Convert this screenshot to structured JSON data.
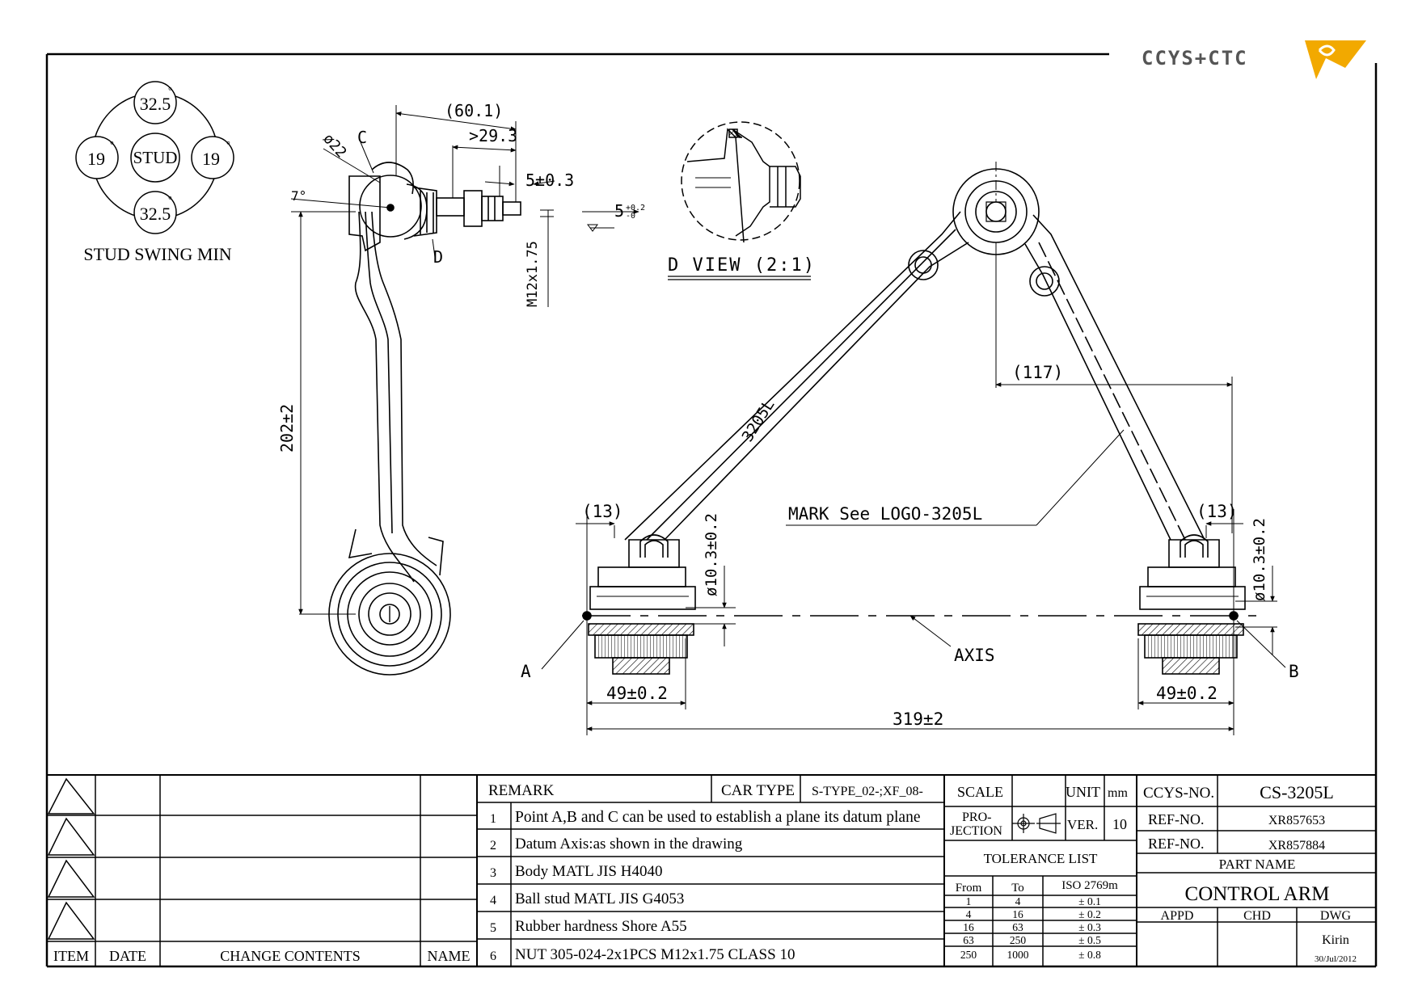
{
  "logo": {
    "text": "CCYS+CTC",
    "accent_color": "#f2a900"
  },
  "stud_swing": {
    "title": "STUD SWING MIN",
    "center": "STUD",
    "top": "32.5",
    "bottom": "32.5",
    "left": "19",
    "right": "19",
    "degree_mark": "°"
  },
  "side_view": {
    "label_c": "C",
    "label_d": "D",
    "dim_diameter": "ø22",
    "dim_overall": "(60.1)",
    "dim_thread_len": ">29.3",
    "dim_5_03": "5±0.3",
    "dim_5_small": "5",
    "dim_5_tol_plus": "+0.2",
    "dim_5_tol_minus": "-0",
    "dim_angle": "7°",
    "dim_thread": "M12x1.75",
    "dim_height": "202±2"
  },
  "detail_view": {
    "caption": "D VIEW (2:1)"
  },
  "plan_view": {
    "part_mark": "3205L",
    "dim_117": "(117)",
    "dim_13_left": "(13)",
    "dim_13_right": "(13)",
    "dim_dia_left": "ø10.3±0.2",
    "dim_dia_right": "ø10.3±0.2",
    "mark_note": "MARK See LOGO-3205L",
    "axis_label": "AXIS",
    "point_a": "A",
    "point_b": "B",
    "dim_49_left": "49±0.2",
    "dim_49_right": "49±0.2",
    "dim_319": "319±2"
  },
  "revision_table": {
    "headers": {
      "item": "ITEM",
      "date": "DATE",
      "change": "CHANGE CONTENTS",
      "name": "NAME"
    }
  },
  "remarks": {
    "title": "REMARK",
    "car_type_label": "CAR TYPE",
    "car_type_value": "S-TYPE_02-;XF_08-",
    "items": [
      {
        "no": "1",
        "text": "Point A,B and C can be used to establish a plane its datum plane"
      },
      {
        "no": "2",
        "text": "Datum Axis:as shown in the drawing"
      },
      {
        "no": "3",
        "text": "Body MATL JIS H4040"
      },
      {
        "no": "4",
        "text": "Ball stud MATL JIS G4053"
      },
      {
        "no": "5",
        "text": "Rubber hardness Shore A55"
      },
      {
        "no": "6",
        "text": "NUT 305-024-2x1PCS M12x1.75 CLASS 10"
      }
    ]
  },
  "scale_block": {
    "scale_label": "SCALE",
    "unit_label": "UNIT",
    "unit_value": "mm",
    "projection_label_1": "PRO-",
    "projection_label_2": "JECTION",
    "ver_label": "VER.",
    "ver_value": "10"
  },
  "tolerance": {
    "title": "TOLERANCE LIST",
    "headers": [
      "From",
      "To",
      "ISO 2769m"
    ],
    "rows": [
      [
        "1",
        "4",
        "± 0.1"
      ],
      [
        "4",
        "16",
        "± 0.2"
      ],
      [
        "16",
        "63",
        "± 0.3"
      ],
      [
        "63",
        "250",
        "± 0.5"
      ],
      [
        "250",
        "1000",
        "± 0.8"
      ]
    ]
  },
  "title_block": {
    "ccys_label": "CCYS-NO.",
    "ccys_value": "CS-3205L",
    "ref1_label": "REF-NO.",
    "ref1_value": "XR857653",
    "ref2_label": "REF-NO.",
    "ref2_value": "XR857884",
    "part_name_label": "PART NAME",
    "part_name": "CONTROL ARM",
    "appd": "APPD",
    "chd": "CHD",
    "dwg": "DWG",
    "drawer": "Kirin",
    "date": "30/Jul/2012"
  }
}
